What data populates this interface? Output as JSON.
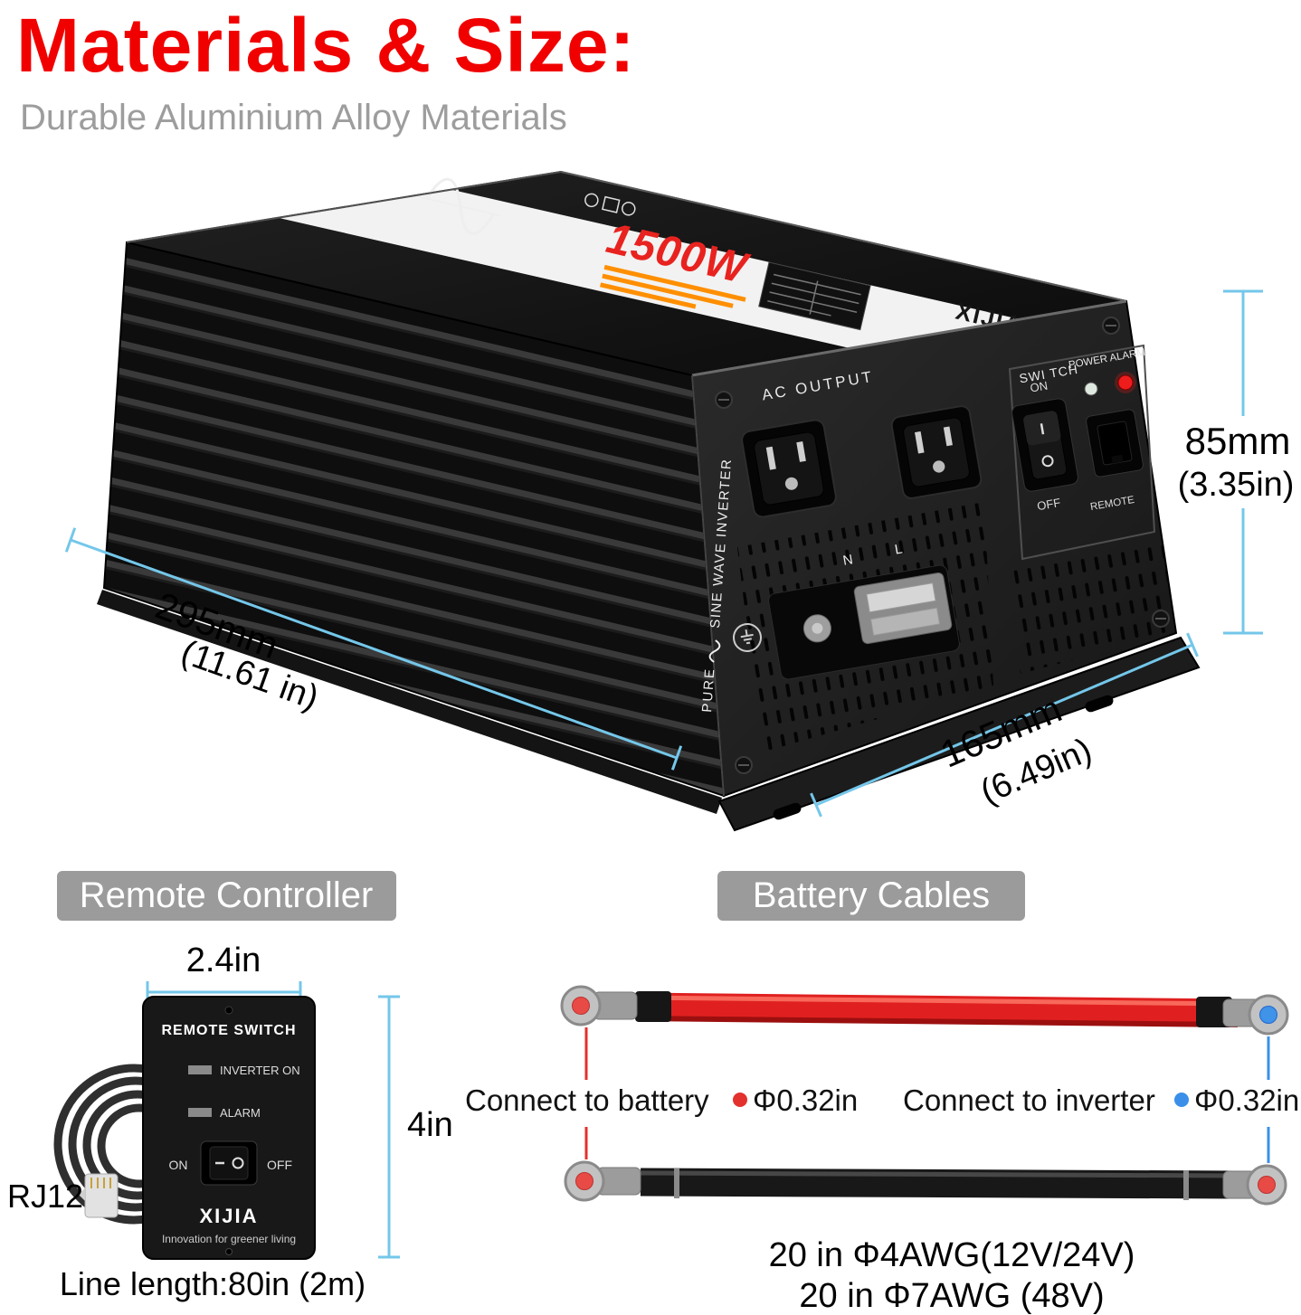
{
  "title": "Materials & Size:",
  "subtitle": "Durable Aluminium Alloy Materials",
  "colors": {
    "title_red": "#f10000",
    "dimension_blue": "#74c7ea",
    "header_gray": "#9b9b9b",
    "power_red": "#e8231f",
    "cable_red": "#e02020",
    "cable_black": "#181818",
    "alarm_led_red": "#ef1c1c"
  },
  "inverter": {
    "power": "1500W",
    "brand": "XIJIA",
    "side_text_1": "PURE",
    "side_text_2": "SINE WAVE INVERTER",
    "ac_output": "AC OUTPUT",
    "switch": "SWI TCH",
    "power_alarm": "POWER ALARM",
    "on": "ON",
    "off": "OFF",
    "remote": "REMOTE",
    "neutral": "N",
    "live": "L",
    "dim_height": "85mm",
    "dim_height_in": "(3.35in)",
    "dim_length": "295mm",
    "dim_length_in": "(11.61 in)",
    "dim_depth": "165mm",
    "dim_depth_in": "(6.49in)"
  },
  "remote": {
    "header": "Remote Controller",
    "dim_width": "2.4in",
    "dim_height": "4in",
    "title": "REMOTE SWITCH",
    "led_inverter": "INVERTER ON",
    "led_alarm": "ALARM",
    "on": "ON",
    "off": "OFF",
    "brand": "XIJIA",
    "tagline": "Innovation for greener living",
    "connector": "RJ12",
    "line_length": "Line length:80in (2m)"
  },
  "cables": {
    "header": "Battery Cables",
    "battery_label": "Connect to battery",
    "battery_dia": "Φ0.32in",
    "inverter_label": "Connect to inverter",
    "inverter_dia": "Φ0.32in",
    "spec_line1": "20 in Φ4AWG(12V/24V)",
    "spec_line2": "20 in Φ7AWG (48V)"
  }
}
